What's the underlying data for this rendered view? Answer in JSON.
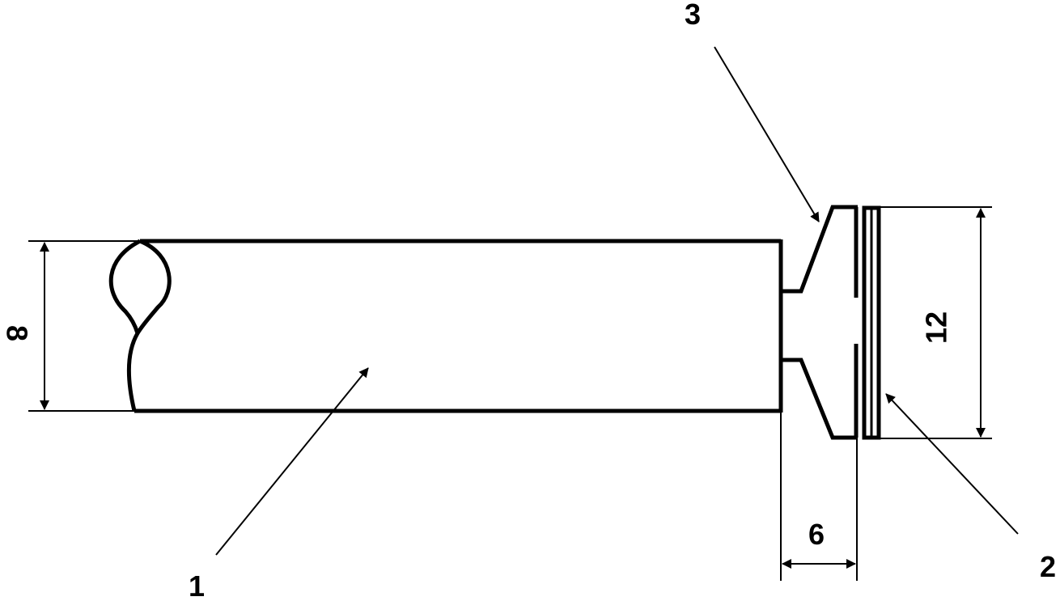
{
  "figure": {
    "callouts": [
      {
        "id": "part-1",
        "text": "1"
      },
      {
        "id": "part-2",
        "text": "2"
      },
      {
        "id": "part-3",
        "text": "3"
      }
    ],
    "dimensions": {
      "height_left": "8",
      "height_right": "12",
      "length_bottom": "6"
    }
  }
}
